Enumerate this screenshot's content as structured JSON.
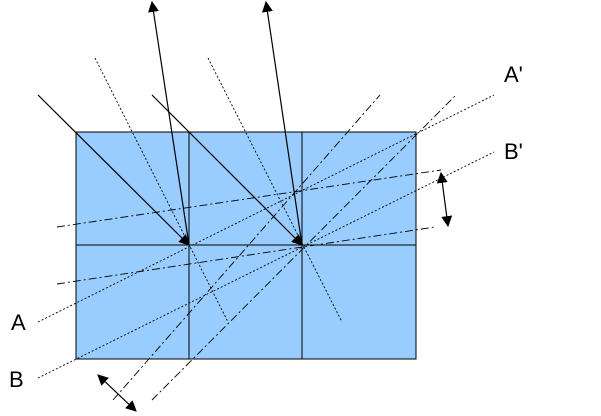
{
  "labels": {
    "a": "A",
    "a_prime": "A'",
    "b": "B",
    "b_prime": "B'"
  },
  "colors": {
    "cell_fill": "#99ccff",
    "line": "#000000",
    "background": "#ffffff"
  }
}
